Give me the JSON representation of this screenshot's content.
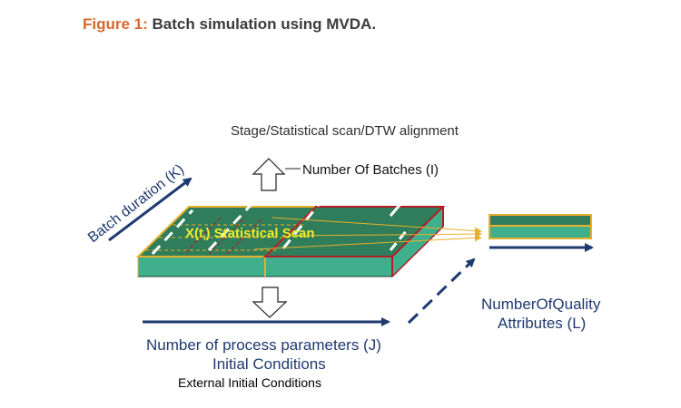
{
  "caption": {
    "figure_label": "Figure 1:",
    "title": "Batch simulation using MVDA."
  },
  "labels": {
    "top_stage": "Stage/Statistical scan/DTW alignment",
    "batches": "Number Of Batches (I)",
    "batch_duration": "Batch duration (K)",
    "scan_label": "X(t",
    "scan_label_sub": "i",
    "scan_label_end": ") Statistical Scan",
    "quality_line1": "NumberOfQuality",
    "quality_line2": "Attributes (L)",
    "process_params": "Number of process parameters (J)",
    "initial_conditions": "Initial Conditions",
    "external_conditions": "External Initial Conditions"
  },
  "colors": {
    "accent_orange": "#d9682b",
    "navy": "#1f3a70",
    "slab_top": "#2f7d5a",
    "slab_side": "#40b08c",
    "red_border": "#b21f28",
    "yellow": "#e8b02a",
    "scan_text": "#f2ec2a"
  }
}
